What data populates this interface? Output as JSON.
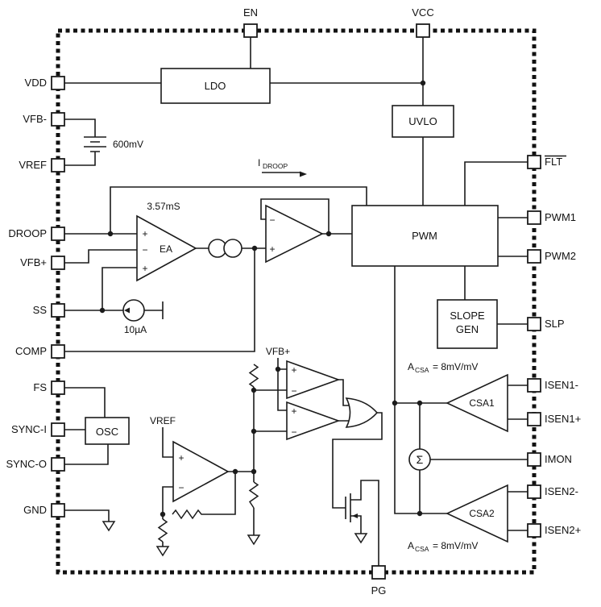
{
  "symbols": {
    "plus": "+",
    "minus": "−",
    "sigma": "Σ"
  },
  "pins": {
    "en": "EN",
    "vcc": "VCC",
    "vdd": "VDD",
    "vfb_minus": "VFB-",
    "vref": "VREF",
    "droop": "DROOP",
    "vfb_plus": "VFB+",
    "ss": "SS",
    "comp": "COMP",
    "fs": "FS",
    "sync_i": "SYNC-I",
    "sync_o": "SYNC-O",
    "gnd": "GND",
    "flt": "FLT",
    "pwm1": "PWM1",
    "pwm2": "PWM2",
    "slp": "SLP",
    "isen1_minus": "ISEN1-",
    "isen1_plus": "ISEN1+",
    "imon": "IMON",
    "isen2_minus": "ISEN2-",
    "isen2_plus": "ISEN2+",
    "pg": "PG"
  },
  "blocks": {
    "ldo": "LDO",
    "uvlo": "UVLO",
    "pwm": "PWM",
    "slope_line1": "SLOPE",
    "slope_line2": "GEN",
    "osc": "OSC",
    "ea": "EA",
    "csa1": "CSA1",
    "csa2": "CSA2"
  },
  "annotations": {
    "battery_voltage": "600mV",
    "ea_gm": "3.57mS",
    "ss_current": "10µA",
    "vfb_plus_net": "VFB+",
    "vref_net": "VREF",
    "idroop_symbol": "I",
    "idroop_subscript": "DROOP",
    "csa_gain_symbol": "A",
    "csa_gain_subscript": "CSA",
    "csa_gain_value": "= 8mV/mV"
  }
}
